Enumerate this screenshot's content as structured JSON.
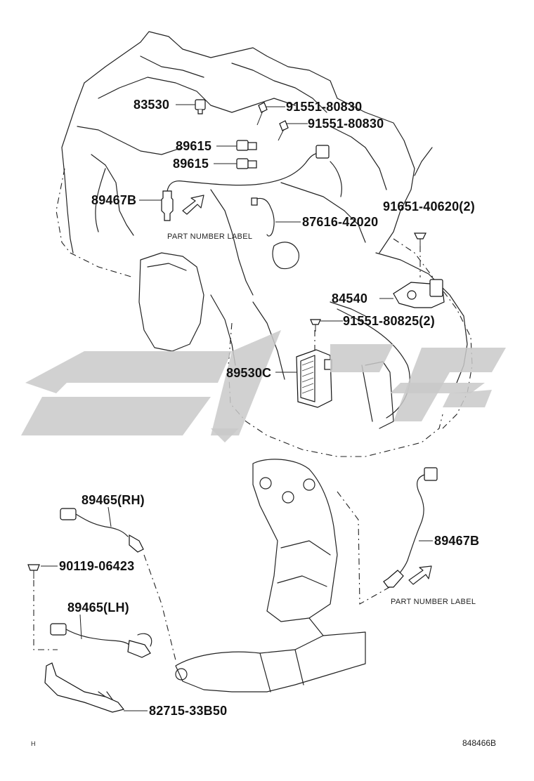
{
  "parts": [
    {
      "id": "p83530",
      "label": "83530"
    },
    {
      "id": "p91551a",
      "label": "91551-80830"
    },
    {
      "id": "p91551b",
      "label": "91551-80830"
    },
    {
      "id": "p89615a",
      "label": "89615"
    },
    {
      "id": "p89615b",
      "label": "89615"
    },
    {
      "id": "p89467b_top",
      "label": "89467B"
    },
    {
      "id": "p87616",
      "label": "87616-42020"
    },
    {
      "id": "p91651",
      "label": "91651-40620(2)"
    },
    {
      "id": "p84540",
      "label": "84540"
    },
    {
      "id": "p91551c",
      "label": "91551-80825(2)"
    },
    {
      "id": "p89530c",
      "label": "89530C"
    },
    {
      "id": "p89465rh",
      "label": "89465(RH)"
    },
    {
      "id": "p90119",
      "label": "90119-06423"
    },
    {
      "id": "p89465lh",
      "label": "89465(LH)"
    },
    {
      "id": "p82715",
      "label": "82715-33B50"
    },
    {
      "id": "p89467b_bot",
      "label": "89467B"
    }
  ],
  "notes": {
    "part_number_label_top": "PART NUMBER LABEL",
    "part_number_label_bottom": "PART NUMBER LABEL"
  },
  "footer": {
    "left_mark": "H",
    "diagram_code": "848466B"
  },
  "colors": {
    "line": "#222222",
    "watermark": "#c9c9c9",
    "background": "#ffffff"
  }
}
